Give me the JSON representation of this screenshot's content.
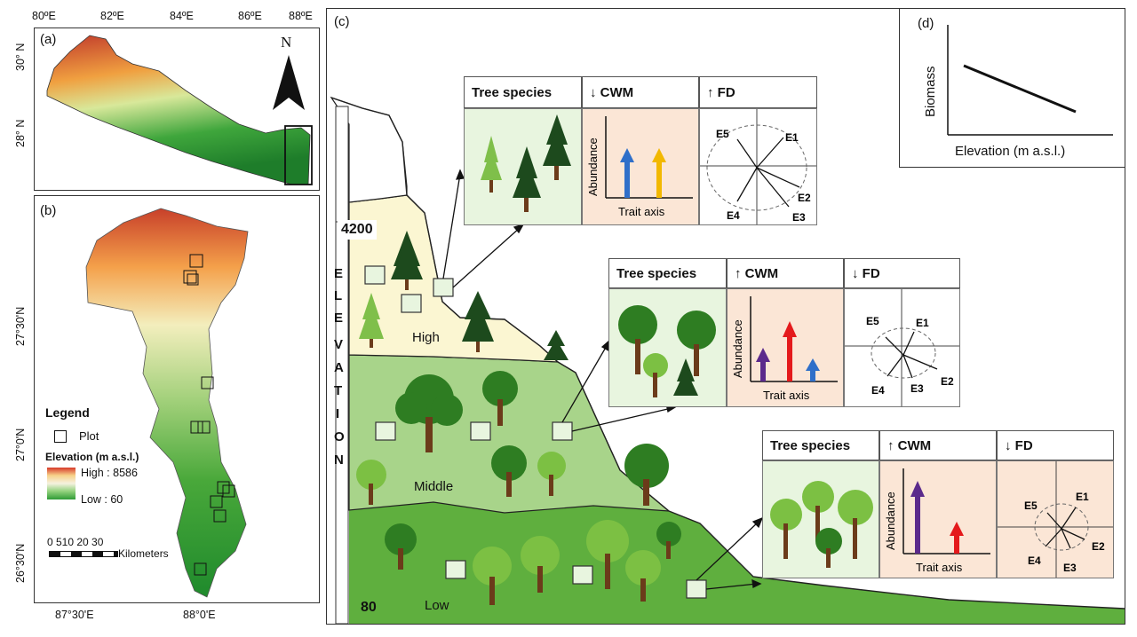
{
  "panel_a": {
    "label": "(a)",
    "north": "N",
    "x_ticks": [
      "80ºE",
      "82ºE",
      "84ºE",
      "86ºE",
      "88ºE"
    ],
    "y_ticks": [
      "30° N",
      "28° N"
    ]
  },
  "panel_b": {
    "label": "(b)",
    "y_ticks": [
      "27°30'N",
      "27°0'N",
      "26°30'N"
    ],
    "x_ticks": [
      "87°30'E",
      "88°0'E"
    ],
    "legend_title": "Legend",
    "plot_label": "Plot",
    "elevation_title": "Elevation (m a.s.l.)",
    "high_label": "High : 8586",
    "low_label": "Low : 60",
    "scale_numbers": "0 510  20  30",
    "scale_unit": "Kilometers"
  },
  "panel_c": {
    "label": "(c)",
    "elevation_word": [
      "E",
      "L",
      "E",
      "V",
      "A",
      "T",
      "I",
      "O",
      "N"
    ],
    "top_elev": "4200",
    "bottom_elev": "80",
    "zones": {
      "high": "High",
      "middle": "Middle",
      "low": "Low"
    },
    "tables": [
      {
        "id": "high",
        "col1": "Tree species",
        "col2": "↓ CWM",
        "col3": "↑ FD",
        "yaxis": "Abundance",
        "xaxis": "Trait axis",
        "arrows": [
          "#2f6fc9",
          "#f2b800"
        ],
        "e_labels": [
          "E5",
          "E1",
          "E2",
          "E4",
          "E3"
        ]
      },
      {
        "id": "middle",
        "col1": "Tree species",
        "col2": "↑ CWM",
        "col3": "↓ FD",
        "yaxis": "Abundance",
        "xaxis": "Trait axis",
        "arrows": [
          "#5b2a8c",
          "#e41a1c",
          "#2f6fc9"
        ],
        "e_labels": [
          "E5",
          "E1",
          "E2",
          "E4",
          "E3"
        ]
      },
      {
        "id": "low",
        "col1": "Tree species",
        "col2": "↑ CWM",
        "col3": "↓ FD",
        "yaxis": "Abundance",
        "xaxis": "Trait axis",
        "arrows": [
          "#5b2a8c",
          "#e41a1c"
        ],
        "e_labels": [
          "E5",
          "E1",
          "E2",
          "E4",
          "E3"
        ]
      }
    ]
  },
  "panel_d": {
    "label": "(d)",
    "ylabel": "Biomass",
    "xlabel": "Elevation (m a.s.l.)"
  },
  "colors": {
    "snow": "#ffffff",
    "high_zone": "#fbf6d2",
    "middle_zone": "#a8d48a",
    "low_zone": "#5faf3e",
    "cell_green": "#e8f5df",
    "cell_peach": "#fbe6d6"
  }
}
